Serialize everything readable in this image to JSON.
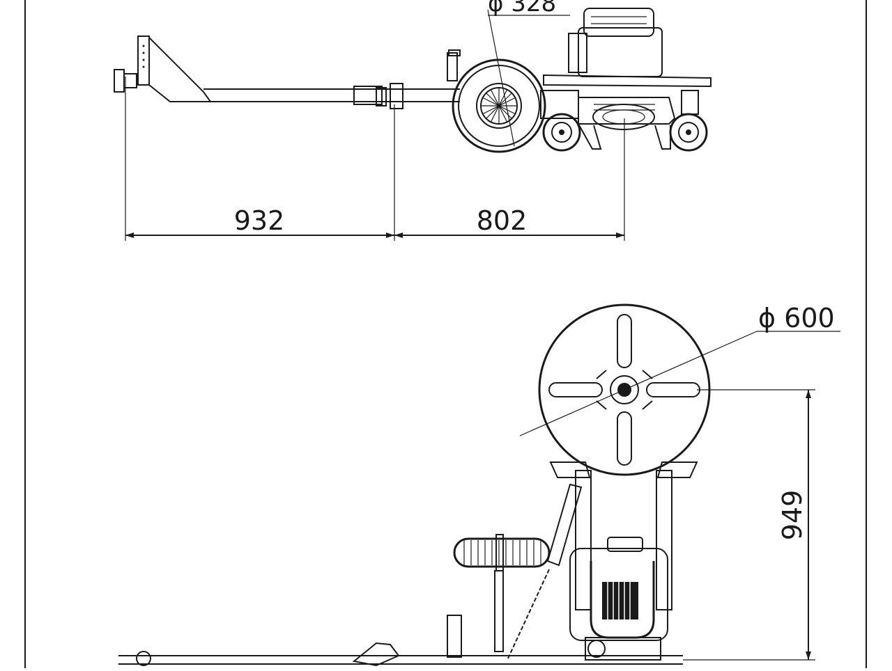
{
  "drawing": {
    "side_view": {
      "wheel_diameter_label": "ϕ 328",
      "dim_left_label": "932",
      "dim_right_label": "802"
    },
    "top_view": {
      "reel_diameter_label": "ϕ 600",
      "height_label": "949"
    }
  },
  "colors": {
    "line": "#1a1a1a",
    "background": "#ffffff"
  }
}
